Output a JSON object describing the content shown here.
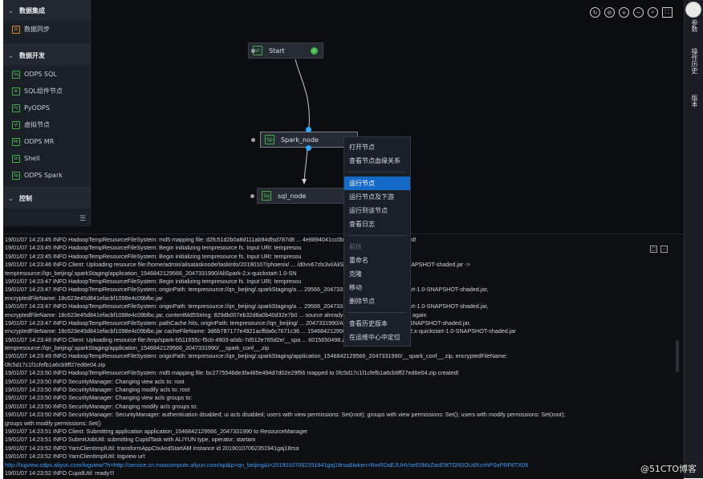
{
  "sidebar": {
    "sections": [
      {
        "label": "数据集成",
        "items": [
          {
            "badge": "Di",
            "label": "数据同步"
          }
        ]
      },
      {
        "label": "数据开发",
        "items": [
          {
            "badge": "Sq",
            "label": "ODPS SQL"
          },
          {
            "badge": "",
            "label": "SQL组件节点"
          },
          {
            "badge": "Py",
            "label": "PyODPS"
          },
          {
            "badge": "Vi",
            "label": "虚拟节点"
          },
          {
            "badge": "Mr",
            "label": "ODPS MR"
          },
          {
            "badge": "Sh",
            "label": "Shell"
          },
          {
            "badge": "Sp",
            "label": "ODPS Spark"
          }
        ]
      },
      {
        "label": "控制",
        "items": []
      }
    ]
  },
  "nodes": {
    "start": {
      "badge": "Vi",
      "label": "Start"
    },
    "spark": {
      "badge": "Sp",
      "label": "Spark_node"
    },
    "sql": {
      "badge": "Sq",
      "label": "sql_node"
    }
  },
  "context_menu": {
    "items": [
      "打开节点",
      "查看节点血缘关系"
    ],
    "run_items": [
      "运行节点",
      "运行节点及下游",
      "运行到该节点",
      "查看日志"
    ],
    "edit_items": [
      "前往",
      "重命名",
      "克隆",
      "移动",
      "删除节点"
    ],
    "history_items": [
      "查看历史版本",
      "在运维中心中定位"
    ]
  },
  "right_bar": {
    "items": [
      "参数",
      "操作历史",
      "版本"
    ]
  },
  "log": {
    "lines": [
      "19/01/07 14:23:45 INFO HadoopTempResourceFileSystem: md5 mapping file: d2fc51d2b0a8d111ab94dfsd787d8 ... 4e8894041cc0b116b29e07d84d.zip created!",
      "19/01/07 14:23:45 INFO HadoopTempResourceFileSystem: Begin initializing tempresource fs. Input URI: tempresou",
      "19/01/07 14:23:45 INFO HadoopTempResourceFileSystem: Begin initializing tempresource fs. Input URI: tempresou",
      "19/01/07 14:23:46 INFO Client: Uploading resource file:/home/admin/alisatasknode/taskinfo/20190107/phoenix/ ... /d0vv67zls3vi/AliSpark-2.x-quickstart-1.0-SNAPSHOT-shaded.jar ->",
      "tempresource://qn_beijing/.sparkStaging/application_1546842129566_2047331990/AliSpark-2.x-quickstart-1.0-SN",
      "19/01/07 14:23:47 INFO HadoopTempResourceFileSystem: Begin initializing tempresource fs. Input URI: tempresou",
      "19/01/07 14:23:47 INFO HadoopTempResourceFileSystem: originPath: tempresource://qn_beijing/.sparkStaging/a ... 29566_2047331990/AliSpark-2.x-quickstart-1.0-SNAPSHOT-shaded.jar,",
      "encryptedFileName: 18c623e45d841efacbf1098e4c09bfbc.jar",
      "19/01/07 14:23:47 INFO HadoopTempResourceFileSystem: originPath: tempresource://qn_beijing/.sparkStaging/a ... 29566_2047331990/AliSpark-2.x-quickstart-1.0-SNAPSHOT-shaded.jar,",
      "encryptedFileName: 18c623e45d841efacbf1098e4c09bfbc.jar, contentMd5String: 829db007eb32d8a0b40d32e7b0 ... source already existed no need to upload again",
      "19/01/07 14:23:47 INFO HadoopTempResourceFileSystem: pathCache hits, originPath: tempresource://qn_beijing/ ... 2047331990/AliSpark-2.x-quickstart-1.0-SNAPSHOT-shaded.jar,",
      "encryptedFileName: 18c623e45d841efacbf1098e4c09bfbc.jar cacheFileName: 3d6b787177e4921acffda6c7671c36 ... 1546842129566_2047331990/AliSpark-2.x-quickstart-1.0-SNAPSHOT-shaded.jar",
      "19/01/07 14:23:48 INFO Client: Uploading resource file:/tmp/spark-b511655c-f5cb-4903-a0dc-7d512e765d2e/__spa ... 6015650498.zip ->",
      "tempresource://qn_beijing/.sparkStaging/application_1546842129566_2047331990/__spark_conf__.zip",
      "19/01/07 14:23:49 INFO HadoopTempResourceFileSystem: originPath: tempresource://qn_beijing/.sparkStaging/application_1546842129566_2047331990/__spark_conf__.zip, encryptedFileName:",
      "0fc5d17c1f1cfefb1a6cb9ff27ed6e04.zip",
      "19/01/07 14:23:50 INFO HadoopTempResourceFileSystem: md5 mapping file: bc2775546de3fa465e494d7d02e29f56 mapped to 0fc5d17c1f1cfefb1a6cb9ff27ed6e04.zip created!",
      "19/01/07 14:23:50 INFO SecurityManager: Changing view acls to: root",
      "19/01/07 14:23:50 INFO SecurityManager: Changing modify acls to: root",
      "19/01/07 14:23:50 INFO SecurityManager: Changing view acls groups to:",
      "19/01/07 14:23:50 INFO SecurityManager: Changing modify acls groups to:",
      "19/01/07 14:23:50 INFO SecurityManager: SecurityManager: authentication disabled; ui acls disabled; users with view permissions: Set(root); groups with view permissions: Set(); users with modify permissions: Set(root);",
      "groups with modify permissions: Set()",
      "19/01/07 14:23:51 INFO Client: Submitting application application_1546842129566_2047331990 to ResourceManager",
      "19/01/07 14:23:51 INFO SubmitJobUtil: submitting CupidTask with ALIYUN type, operator: startam",
      "19/01/07 14:23:52 INFO YarnClientImplUtil: transformAppCtxAndStartAM instance id 20190107062351941gaj18rsa",
      "19/01/07 14:23:52 INFO YarnClientImplUtil: logview url:",
      "http://logview.odps.aliyun.com/logview/?h=http://service.cn.maxcompute.aliyun.com/api&p=qn_beijing&i=20190107062351941gaj18rsa&token=RmRDsEJUHVseE0MzZacE9tTGR0OUdXcnhPSxPRF8TX09",
      "19/01/07 14:23:52 INFO CupidUtil: ready!!!"
    ],
    "link_line_index": 27
  },
  "watermark": "@51CTO博客"
}
